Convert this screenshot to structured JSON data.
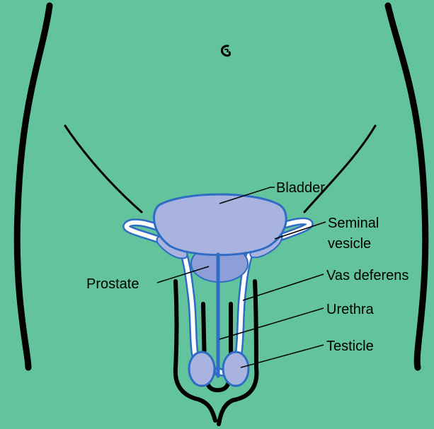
{
  "diagram": {
    "colors": {
      "background": "#62c39c",
      "outline": "#000000",
      "organ_fill": "#a8b3e0",
      "organ_stroke": "#2f6cc4",
      "prostate_fill": "#8e9ed8",
      "duct_fill": "#ffffff"
    },
    "labels": {
      "bladder": "Bladder",
      "seminal_vesicle_line1": "Seminal",
      "seminal_vesicle_line2": "vesicle",
      "prostate": "Prostate",
      "vas_deferens": "Vas deferens",
      "urethra": "Urethra",
      "testicle": "Testicle"
    }
  }
}
